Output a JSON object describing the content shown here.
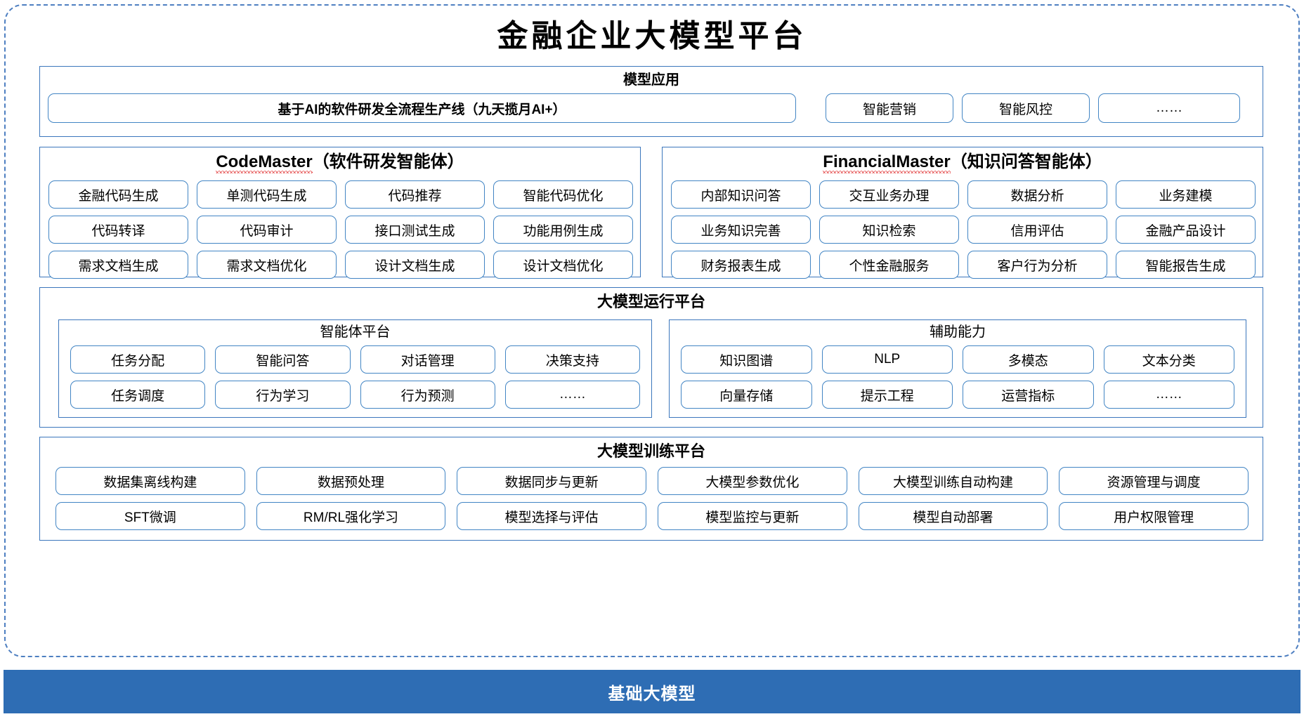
{
  "title": "金融企业大模型平台",
  "sections": {
    "apps": {
      "title": "模型应用",
      "pipeline": "基于AI的软件研发全流程生产线（九天揽月AI+）",
      "marketing": "智能营销",
      "risk": "智能风控",
      "more": "……"
    },
    "codemaster": {
      "title_en": "CodeMaster",
      "title_cn": "（软件研发智能体）",
      "items": [
        "金融代码生成",
        "单测代码生成",
        "代码推荐",
        "智能代码优化",
        "代码转译",
        "代码审计",
        "接口测试生成",
        "功能用例生成",
        "需求文档生成",
        "需求文档优化",
        "设计文档生成",
        "设计文档优化"
      ]
    },
    "financialmaster": {
      "title_en": "FinancialMaster",
      "title_cn": "（知识问答智能体）",
      "items": [
        "内部知识问答",
        "交互业务办理",
        "数据分析",
        "业务建模",
        "业务知识完善",
        "知识检索",
        "信用评估",
        "金融产品设计",
        "财务报表生成",
        "个性金融服务",
        "客户行为分析",
        "智能报告生成"
      ]
    },
    "runtime": {
      "title": "大模型运行平台",
      "agent_platform": {
        "title": "智能体平台",
        "items": [
          "任务分配",
          "智能问答",
          "对话管理",
          "决策支持",
          "任务调度",
          "行为学习",
          "行为预测",
          "……"
        ]
      },
      "assist": {
        "title": "辅助能力",
        "items": [
          "知识图谱",
          "NLP",
          "多模态",
          "文本分类",
          "向量存储",
          "提示工程",
          "运营指标",
          "……"
        ]
      }
    },
    "training": {
      "title": "大模型训练平台",
      "items": [
        "数据集离线构建",
        "数据预处理",
        "数据同步与更新",
        "大模型参数优化",
        "大模型训练自动构建",
        "资源管理与调度",
        "SFT微调",
        "RM/RL强化学习",
        "模型选择与评估",
        "模型监控与更新",
        "模型自动部署",
        "用户权限管理"
      ]
    },
    "base": {
      "label": "基础大模型"
    }
  },
  "colors": {
    "frame_border": "#4E7FC1",
    "panel_border": "#3B76BC",
    "chip_border": "#4285C4",
    "base_bar": "#2E6DB4",
    "text": "#000000",
    "base_text": "#FFFFFF",
    "spellcheck": "#E03030"
  }
}
